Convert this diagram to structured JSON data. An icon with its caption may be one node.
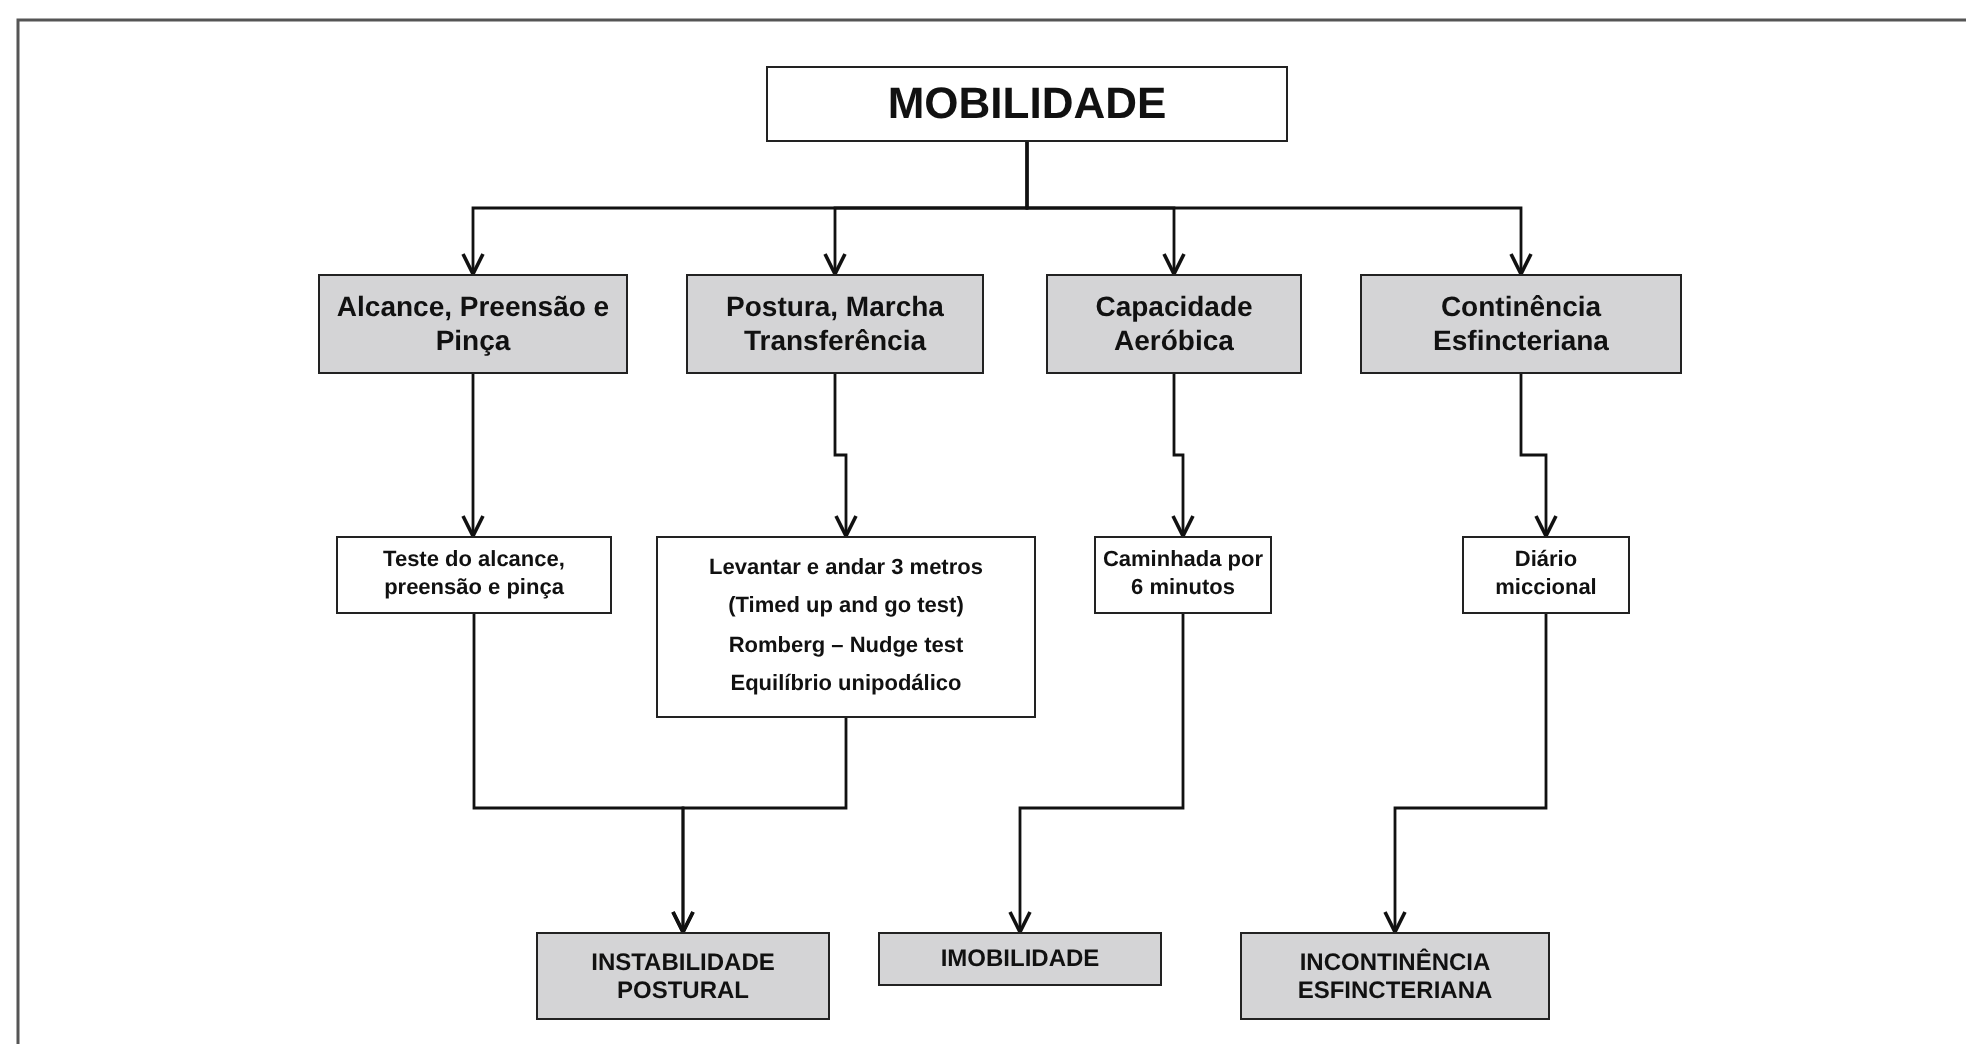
{
  "diagram": {
    "nodes": [
      {
        "text": [
          "MOBILIDADE"
        ]
      },
      {
        "text": [
          "Alcance, Preensão e Pinça"
        ]
      },
      {
        "text": [
          "Postura, Marcha Transferência"
        ]
      },
      {
        "text": [
          "Capacidade Aeróbica"
        ]
      },
      {
        "text": [
          "Continência Esfincteriana"
        ]
      },
      {
        "text": [
          "Teste do alcance, preensão e pinça"
        ]
      },
      {
        "text": [
          "Levantar e andar 3 metros",
          "(Timed up and go test)",
          "Romberg – Nudge test",
          "Equilíbrio unipodálico"
        ]
      },
      {
        "text": [
          "Caminhada por 6 minutos"
        ]
      },
      {
        "text": [
          "Diário miccional"
        ]
      },
      {
        "text": [
          "INSTABILIDADE POSTURAL"
        ]
      },
      {
        "text": [
          "IMOBILIDADE"
        ]
      },
      {
        "text": [
          "INCONTINÊNCIA ESFINCTERIANA"
        ]
      }
    ],
    "edges": [
      {
        "from": 0,
        "to": 1,
        "arrow": "to"
      },
      {
        "from": 0,
        "to": 2,
        "arrow": "to"
      },
      {
        "from": 0,
        "to": 3,
        "arrow": "to"
      },
      {
        "from": 0,
        "to": 4,
        "arrow": "to"
      },
      {
        "from": 1,
        "to": 5,
        "arrow": "to"
      },
      {
        "from": 2,
        "to": 6,
        "arrow": "to"
      },
      {
        "from": 3,
        "to": 7,
        "arrow": "to"
      },
      {
        "from": 4,
        "to": 8,
        "arrow": "to"
      },
      {
        "from": 5,
        "to": 9,
        "arrow": "to"
      },
      {
        "from": 6,
        "to": 9,
        "arrow": "to"
      },
      {
        "from": 7,
        "to": 10,
        "arrow": "to"
      },
      {
        "from": 8,
        "to": 11,
        "arrow": "to"
      }
    ]
  }
}
